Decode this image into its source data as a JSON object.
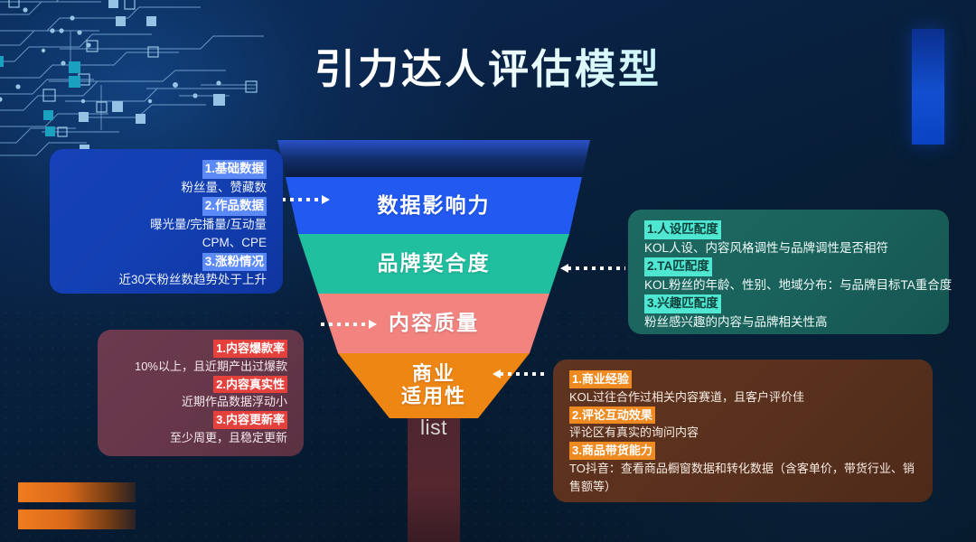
{
  "header": {
    "title": "引力达人评估模型"
  },
  "funnel": {
    "stem_label": "list",
    "stages": [
      {
        "label": "数据影响力",
        "color": "#2259f0"
      },
      {
        "label": "品牌契合度",
        "color": "#20bfa0"
      },
      {
        "label": "内容质量",
        "color": "#f2837f"
      },
      {
        "label": "商业\n适用性",
        "label_line1": "商业",
        "label_line2": "适用性",
        "color": "#ee8614"
      }
    ]
  },
  "cards": {
    "data": {
      "accent": "#5b89f5",
      "lines": [
        {
          "type": "head",
          "text": "1.基础数据"
        },
        {
          "type": "body",
          "text": "粉丝量、赞藏数"
        },
        {
          "type": "head",
          "text": "2.作品数据"
        },
        {
          "type": "body",
          "text": "曝光量/完播量/互动量"
        },
        {
          "type": "body",
          "text": "CPM、CPE"
        },
        {
          "type": "head",
          "text": "3.涨粉情况"
        },
        {
          "type": "body",
          "text": "近30天粉丝数趋势处于上升"
        }
      ]
    },
    "brand": {
      "accent": "#4fe6d2",
      "lines": [
        {
          "type": "head",
          "text": "1.人设匹配度"
        },
        {
          "type": "body",
          "text": "KOL人设、内容风格调性与品牌调性是否相符"
        },
        {
          "type": "head",
          "text": "2.TA匹配度"
        },
        {
          "type": "body",
          "text": "KOL粉丝的年龄、性别、地域分布：与品牌目标TA重合度"
        },
        {
          "type": "head",
          "text": "3.兴趣匹配度"
        },
        {
          "type": "body",
          "text": "粉丝感兴趣的内容与品牌相关性高"
        }
      ]
    },
    "content": {
      "accent": "#e5413c",
      "lines": [
        {
          "type": "head",
          "text": "1.内容爆款率"
        },
        {
          "type": "body",
          "text": "10%以上，且近期产出过爆款"
        },
        {
          "type": "head",
          "text": "2.内容真实性"
        },
        {
          "type": "body",
          "text": "近期作品数据浮动小"
        },
        {
          "type": "head",
          "text": "3.内容更新率"
        },
        {
          "type": "body",
          "text": "至少周更，且稳定更新"
        }
      ]
    },
    "biz": {
      "accent": "#ef8a21",
      "lines": [
        {
          "type": "head",
          "text": "1.商业经验"
        },
        {
          "type": "body",
          "text": "KOL过往合作过相关内容赛道，且客户评价佳"
        },
        {
          "type": "head",
          "text": "2.评论互动效果"
        },
        {
          "type": "body",
          "text": "评论区有真实的询问内容"
        },
        {
          "type": "head",
          "text": "3.商品带货能力"
        },
        {
          "type": "body",
          "text": "TO抖音：查看商品橱窗数据和转化数据（含客单价，带货行业、销售额等）"
        }
      ]
    }
  },
  "decor": {
    "circuit": "circuit-board-pattern",
    "vertical_bar_color": "#124fd0",
    "orange_bar_color": "#f07c1e"
  }
}
